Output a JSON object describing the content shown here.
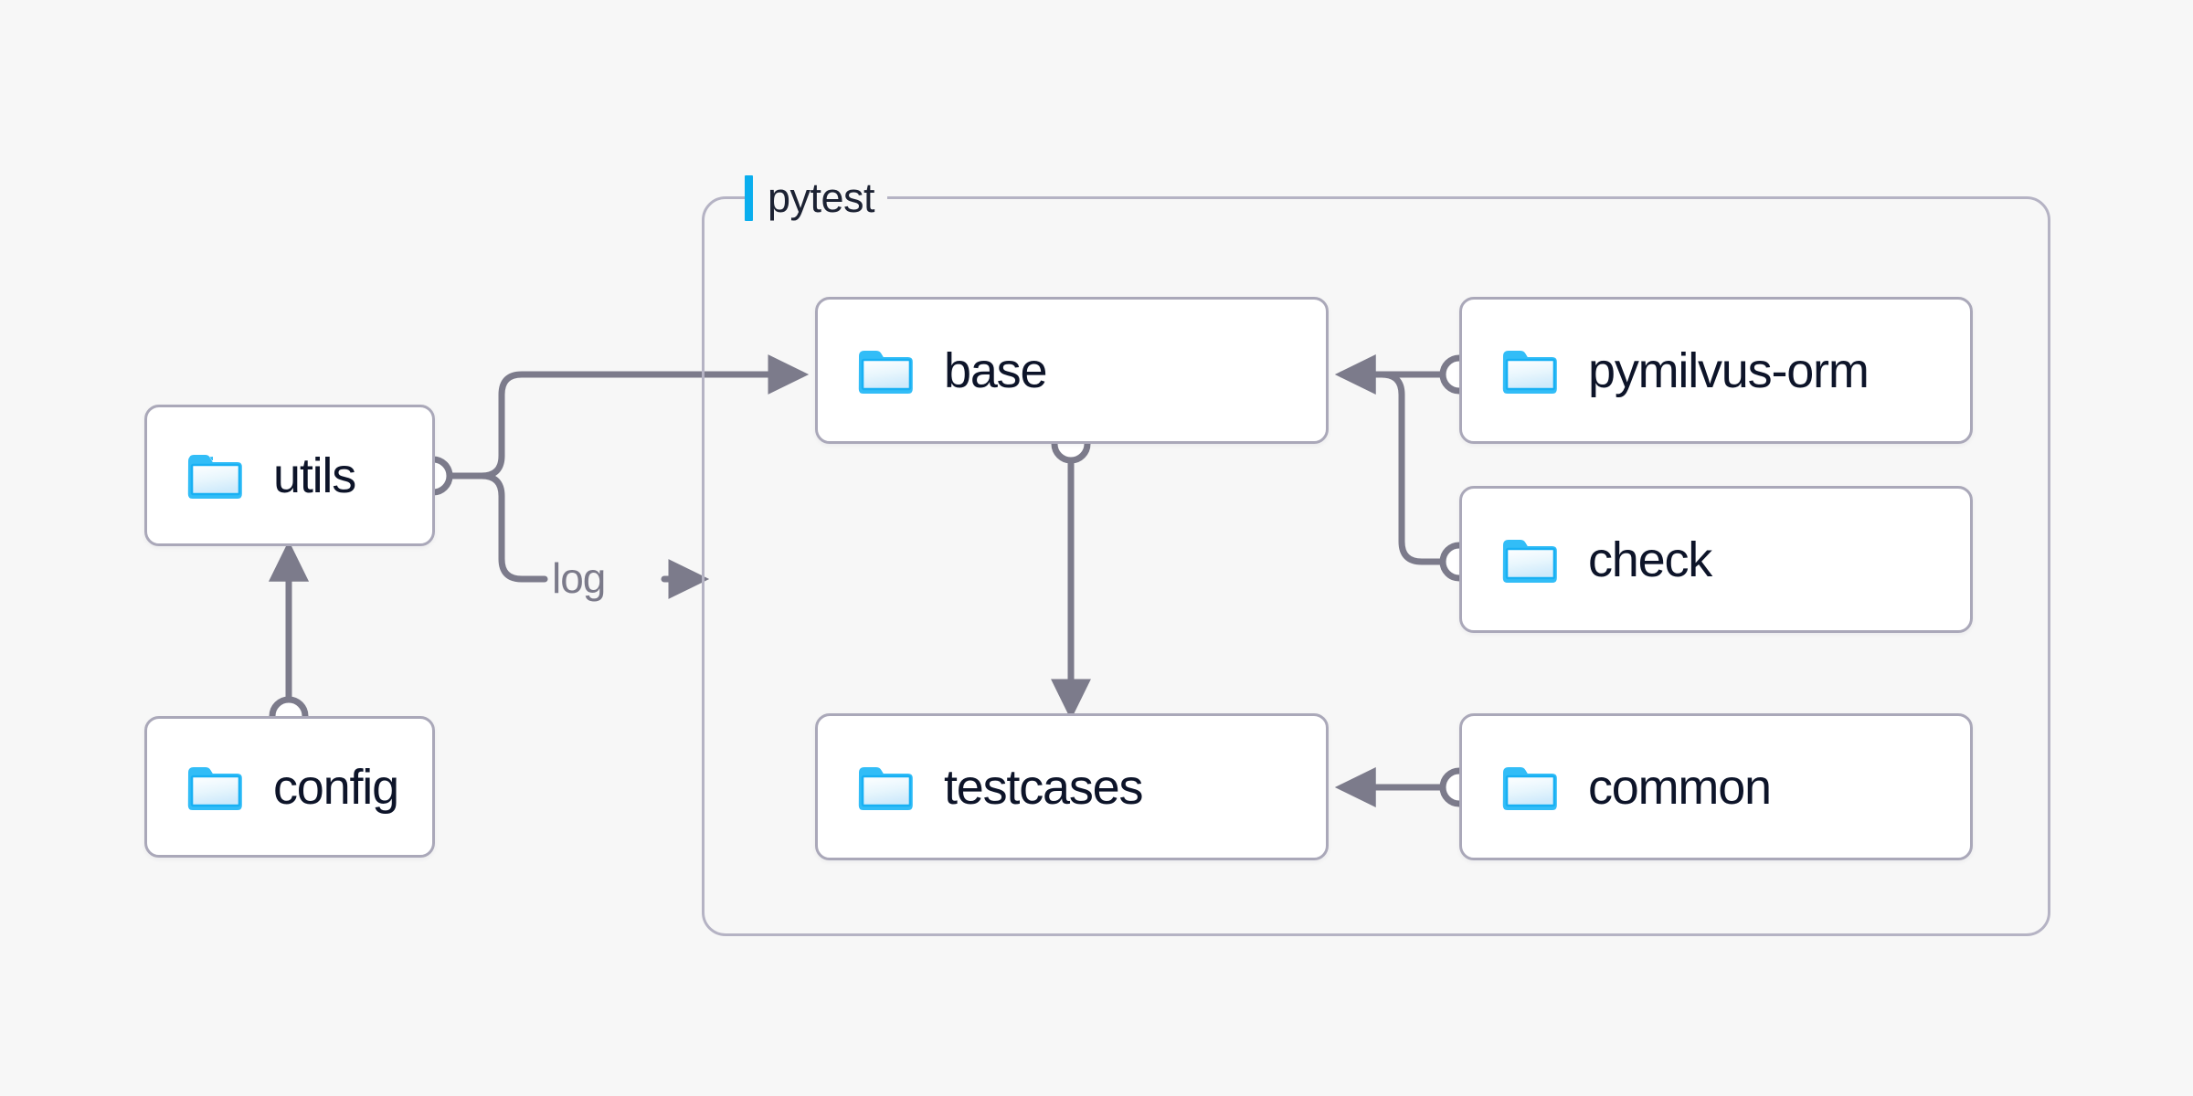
{
  "canvas": {
    "background_color": "#f7f7f7",
    "edge_color": "#7c7b8b",
    "node_border_color": "#aaa8b9",
    "node_fill_color": "#ffffff",
    "label_color": "#0d1429",
    "folder_icon_color": "#18b0f3",
    "group_border_color": "#b5b3c4",
    "group_accent_color": "#0aaeee"
  },
  "group": {
    "label": "pytest",
    "icon": "vertical-bar-accent"
  },
  "nodes": {
    "utils": {
      "label": "utils",
      "icon": "folder-icon"
    },
    "config": {
      "label": "config",
      "icon": "folder-icon"
    },
    "base": {
      "label": "base",
      "icon": "folder-icon"
    },
    "testcases": {
      "label": "testcases",
      "icon": "folder-icon"
    },
    "pymilvus_orm": {
      "label": "pymilvus-orm",
      "icon": "folder-icon"
    },
    "check": {
      "label": "check",
      "icon": "folder-icon"
    },
    "common": {
      "label": "common",
      "icon": "folder-icon"
    }
  },
  "edges": {
    "config_to_utils": {
      "label": ""
    },
    "utils_to_base": {
      "label": ""
    },
    "utils_to_log": {
      "label": "log"
    },
    "base_to_testcases": {
      "label": ""
    },
    "pymilvus_orm_to_base": {
      "label": ""
    },
    "check_to_base": {
      "label": ""
    },
    "common_to_testcases": {
      "label": ""
    }
  }
}
